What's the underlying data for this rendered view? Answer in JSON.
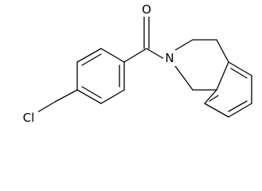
{
  "molecule": {
    "atoms": {
      "oxygen": "O",
      "nitrogen": "N",
      "chlorine": "Cl"
    }
  },
  "colors": {
    "bond": "#000000",
    "background": "#ffffff"
  }
}
